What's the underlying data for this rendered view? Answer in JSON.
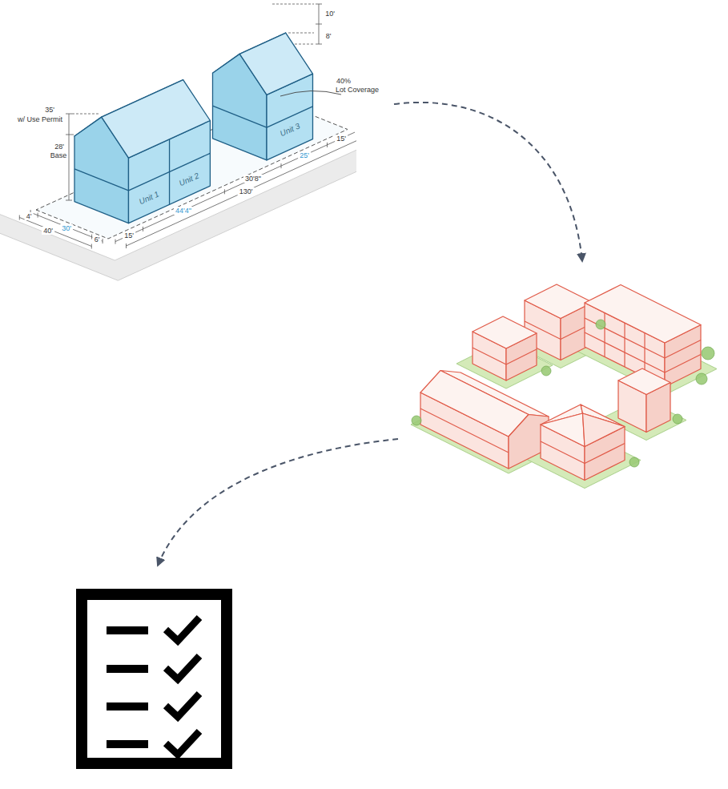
{
  "diagram": {
    "labels": [
      "10'",
      "8'",
      "40%",
      "Lot Coverage",
      "35'",
      "w/ Use Permit",
      "28'",
      "Base",
      "Unit 3",
      "Unit 2",
      "Unit 1",
      "15'",
      "25'",
      "30'8\"",
      "130'",
      "44'4\"",
      "15'",
      "4'",
      "30'",
      "40'",
      "6'"
    ]
  }
}
